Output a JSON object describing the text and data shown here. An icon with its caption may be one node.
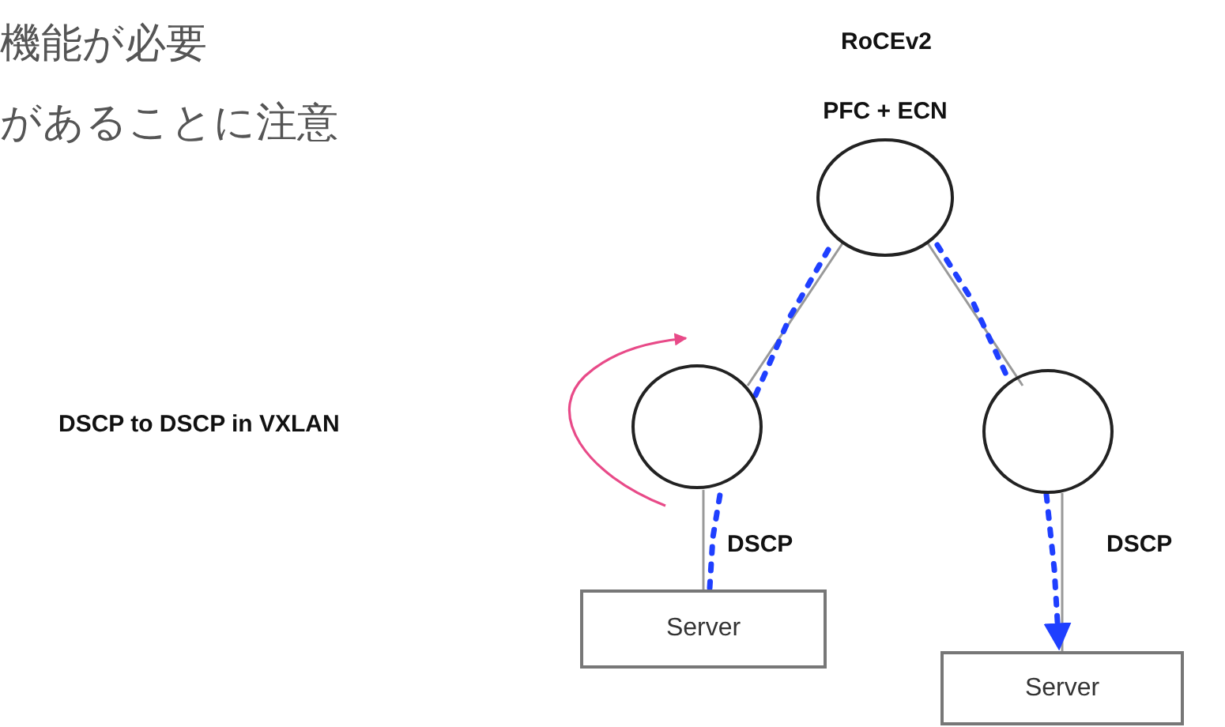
{
  "diagram": {
    "nodes": [
      {
        "text": [],
        "shape": "circle",
        "beside": [
          "PFC + ECN"
        ]
      },
      {
        "text": [],
        "shape": "circle"
      },
      {
        "text": [],
        "shape": "circle"
      },
      {
        "text": [
          "Server"
        ]
      },
      {
        "text": [
          "Server"
        ]
      }
    ],
    "edges": [
      {
        "from": 0,
        "to": 1,
        "arrow": "none"
      },
      {
        "from": 0,
        "to": 2,
        "arrow": "none"
      },
      {
        "from": 1,
        "to": 3,
        "arrow": "none"
      },
      {
        "from": 2,
        "to": 4,
        "arrow": "none"
      },
      {
        "from": 3,
        "to": 1,
        "arrow": "none",
        "style": "dashed",
        "color": "#1f3fff"
      },
      {
        "from": 1,
        "to": 0,
        "arrow": "none",
        "style": "dashed",
        "color": "#1f3fff"
      },
      {
        "from": 0,
        "to": 2,
        "arrow": "none",
        "style": "dashed",
        "color": "#1f3fff"
      },
      {
        "from": 2,
        "to": 4,
        "arrow": "to",
        "style": "dashed",
        "color": "#1f3fff"
      }
    ],
    "labels": [
      "機能が必要",
      "があることに注意",
      "RoCEv2",
      "DSCP to DSCP in VXLAN",
      "DSCP",
      "DSCP"
    ]
  }
}
